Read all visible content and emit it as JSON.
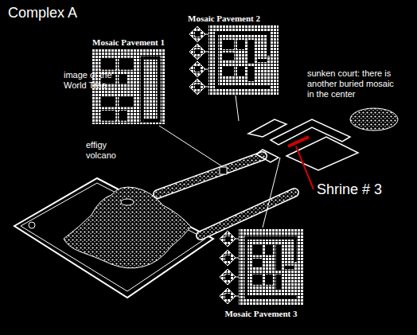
{
  "diagram": {
    "title": "Complex A",
    "nodes": [
      {
        "text": [
          "Mosaic Pavement 1"
        ]
      },
      {
        "text": [
          "Mosaic Pavement 2"
        ]
      },
      {
        "text": [
          "Mosaic Pavement 3"
        ]
      }
    ],
    "labels": [
      "image of the World Tree",
      "effigy volcano",
      "sunken court: there is another buried mosaic in the center",
      "Shrine # 3"
    ]
  }
}
